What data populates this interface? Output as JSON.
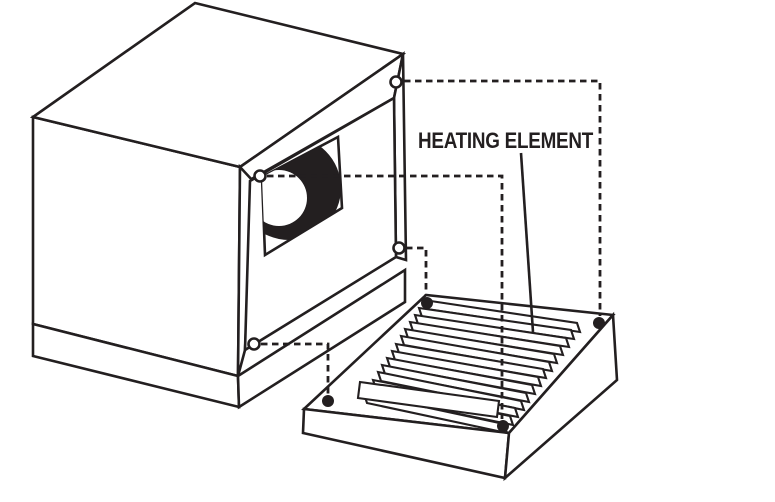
{
  "figure": {
    "label": "HEATING ELEMENT",
    "colors": {
      "ink": "#231f20",
      "paper": "#ffffff"
    },
    "parts": [
      {
        "name": "appliance-cabinet"
      },
      {
        "name": "blower-opening"
      },
      {
        "name": "heating-element-assembly",
        "fin_count": 14
      },
      {
        "name": "screw-hole",
        "count": 4
      },
      {
        "name": "mounting-point-dot",
        "count": 4
      },
      {
        "name": "alignment-dashed-line",
        "count": 4
      }
    ]
  }
}
